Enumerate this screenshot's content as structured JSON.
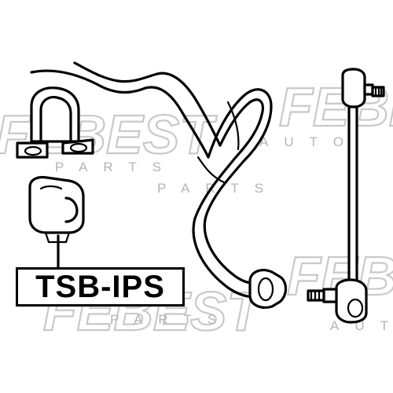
{
  "part_number": "TSB-IPS",
  "watermark": {
    "brand": "FEBEST",
    "sub_auto": "AUTO",
    "sub_parts": "PARTS"
  },
  "colors": {
    "line": "#000000",
    "watermark": "#c9c9c9",
    "background": "#ffffff"
  }
}
